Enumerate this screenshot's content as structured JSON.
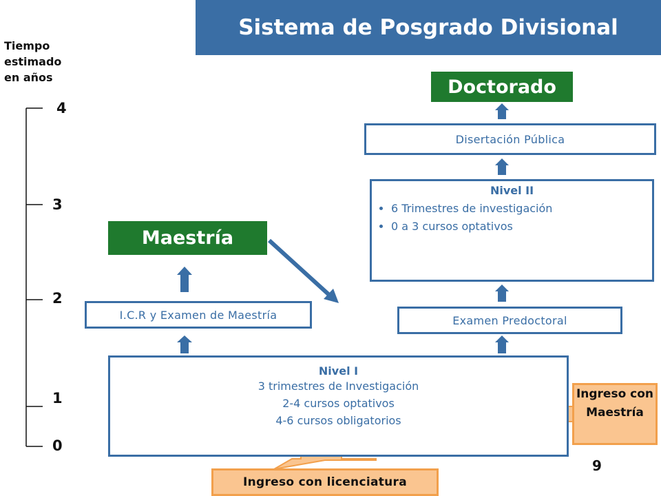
{
  "title": "Sistema de Posgrado Divisional",
  "time_axis": {
    "label": "Tiempo estimado en años",
    "ticks": [
      "4",
      "3",
      "2",
      "1",
      "0"
    ]
  },
  "boxes": {
    "doctorado": "Doctorado",
    "disertacion": "Disertación Pública",
    "nivel2": {
      "title": "Nivel II",
      "items": [
        "6 Trimestres de investigación",
        "0 a 3 cursos optativos"
      ]
    },
    "maestria": "Maestría",
    "icr": "I.C.R y Examen de Maestría",
    "predoctoral": "Examen Predoctoral",
    "nivel1": {
      "title": "Nivel I",
      "lines": [
        "3 trimestres de Investigación",
        "2-4 cursos optativos",
        "4-6 cursos obligatorios"
      ]
    },
    "ingreso_maestria": "Ingreso con Maestría",
    "ingreso_licenciatura": "Ingreso con licenciatura"
  },
  "page_number": "9",
  "colors": {
    "header": "#3a6ea5",
    "green": "#1f7a2e",
    "box_border": "#3a6ea5",
    "orange_fill": "#fac590",
    "orange_border": "#f2a04c"
  }
}
